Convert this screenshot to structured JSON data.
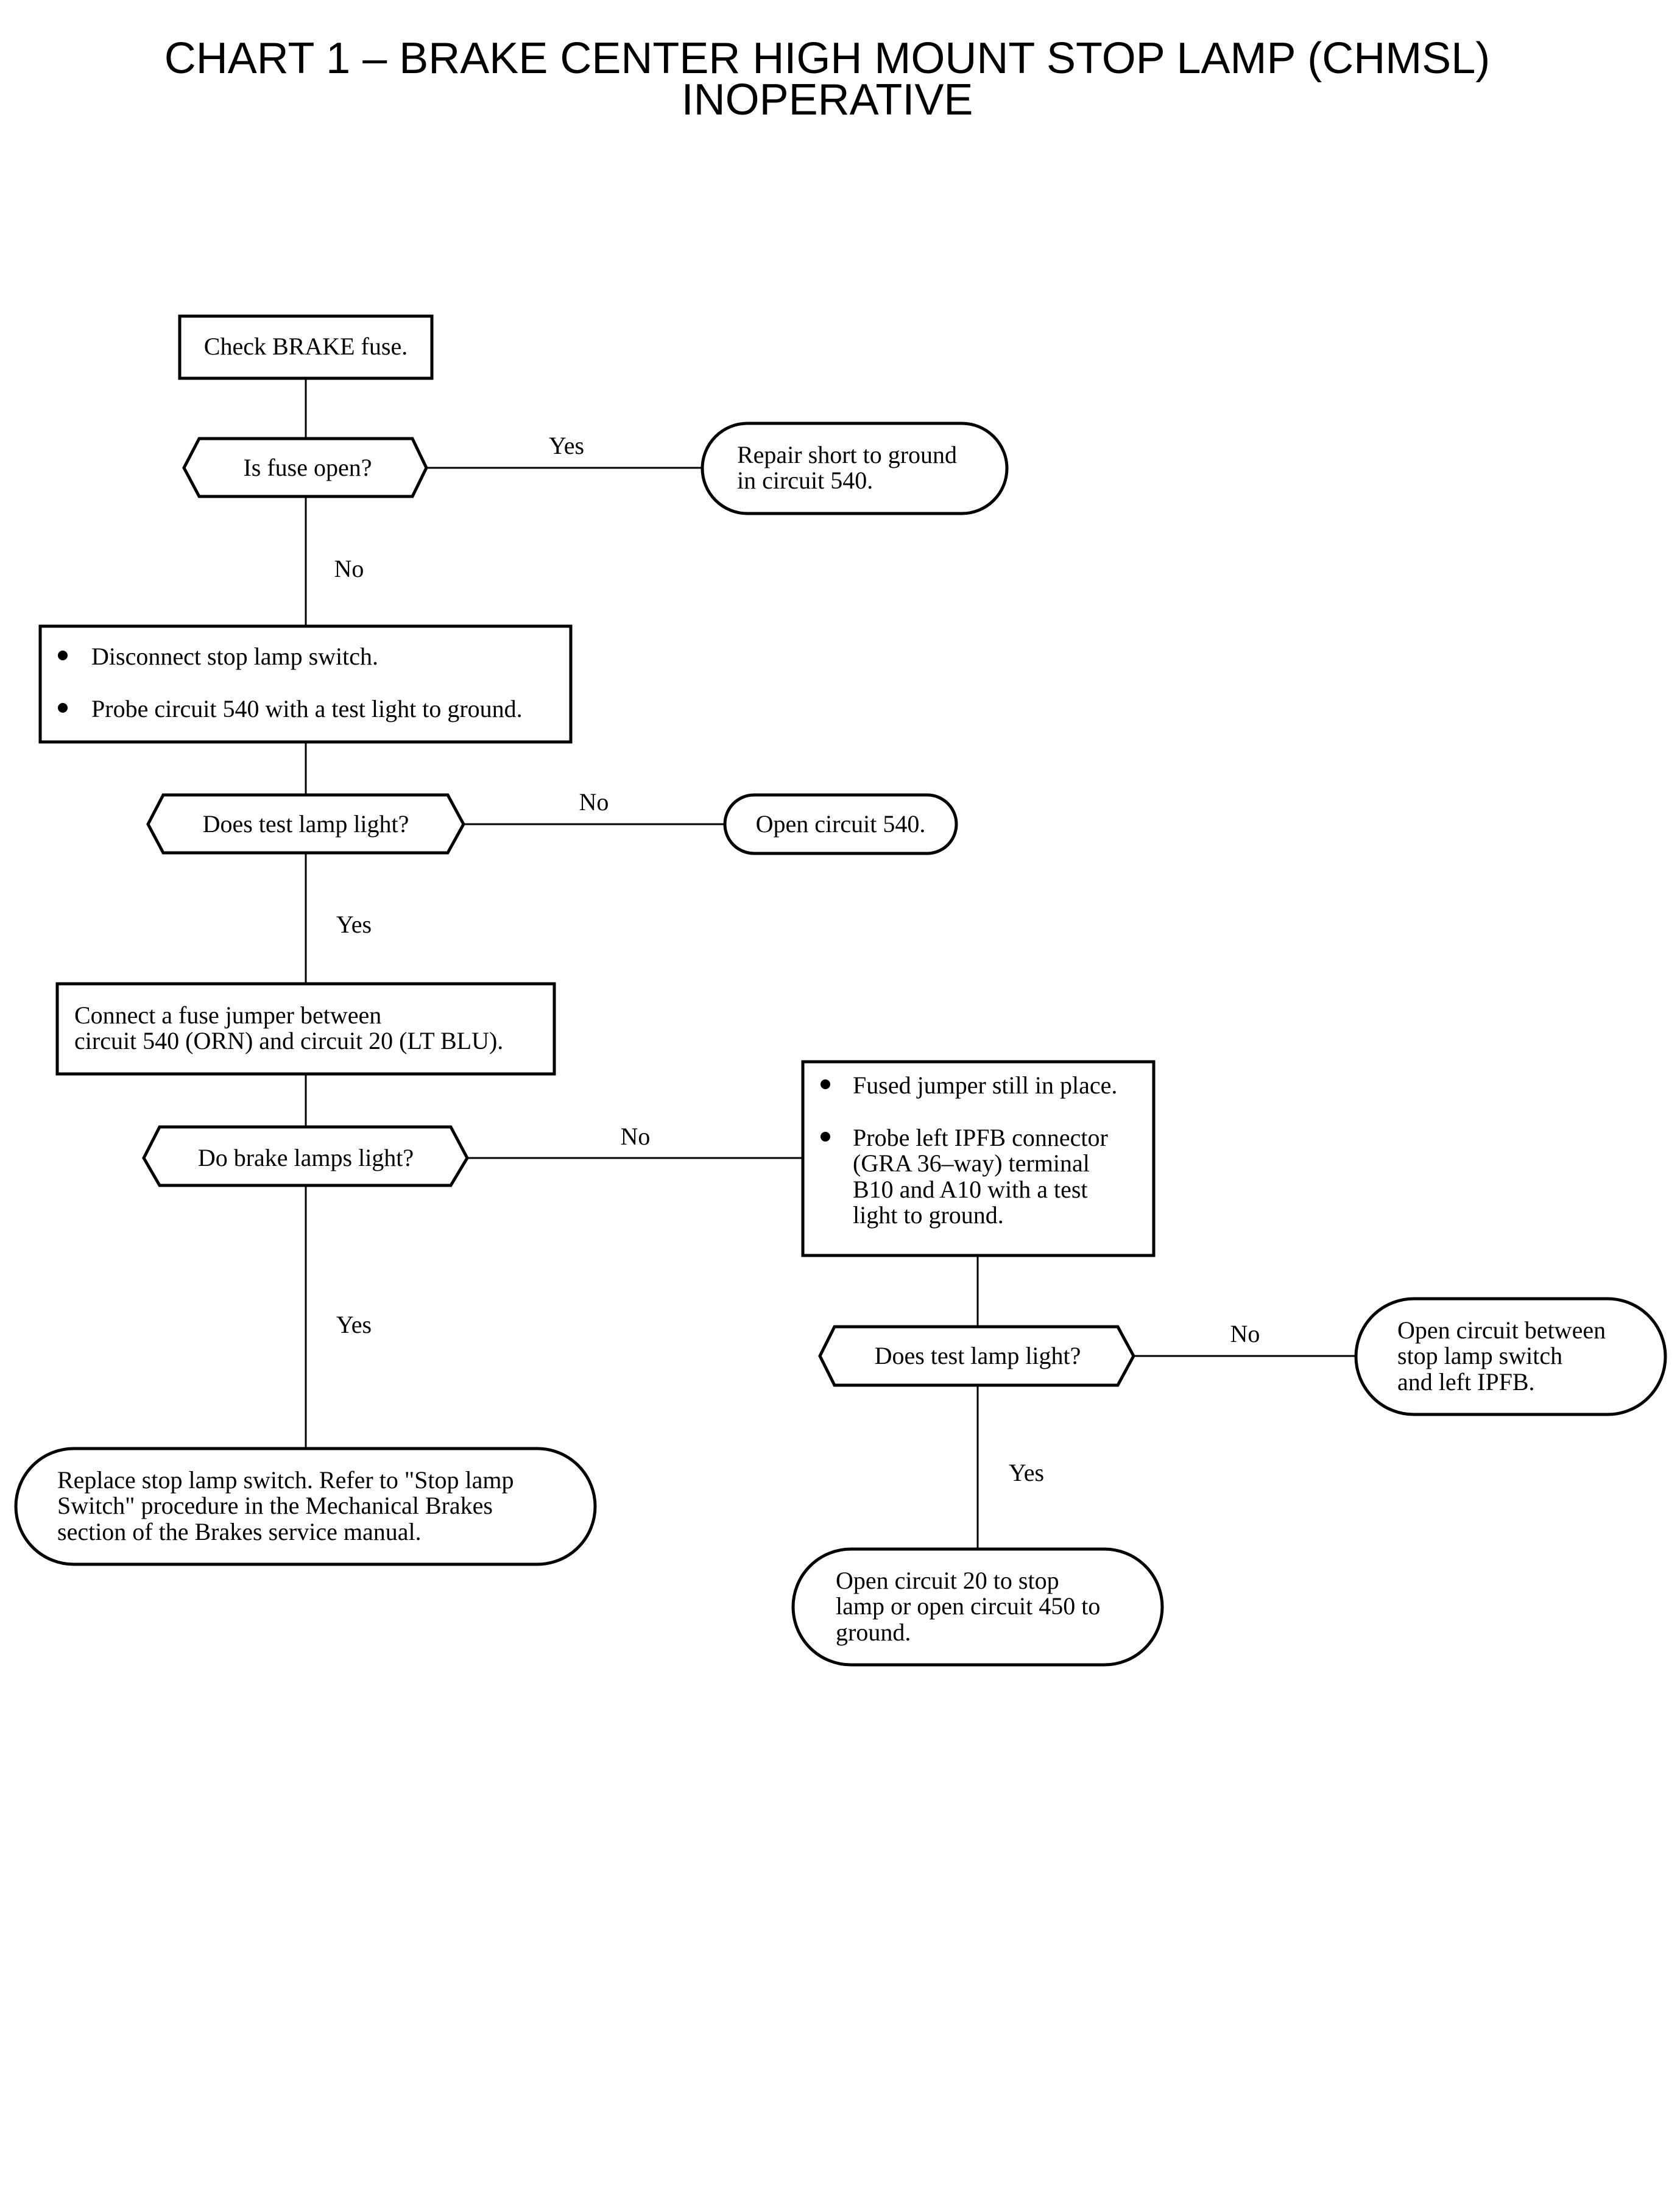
{
  "title": {
    "line1": "CHART 1 – BRAKE CENTER HIGH MOUNT STOP LAMP (CHMSL)",
    "line2": "INOPERATIVE"
  },
  "nodes": {
    "check_fuse": "Check BRAKE fuse.",
    "q_fuse_open": "Is fuse open?",
    "repair_short": [
      "Repair short to ground",
      "in circuit 540."
    ],
    "disconnect_switch": [
      "Disconnect stop lamp switch.",
      "Probe circuit 540 with a test light to ground."
    ],
    "q_test_lamp_1": "Does test lamp light?",
    "open_540": "Open circuit 540.",
    "connect_jumper": [
      "Connect a fuse jumper between",
      "circuit 540 (ORN) and circuit 20 (LT BLU)."
    ],
    "q_brake_lamps": "Do brake lamps light?",
    "probe_ipfb": {
      "bullet1": "Fused jumper still in place.",
      "bullet2": [
        "Probe left IPFB connector",
        "(GRA 36–way) terminal",
        "B10 and A10 with a test",
        "light to ground."
      ]
    },
    "q_test_lamp_2": "Does test lamp light?",
    "open_between": [
      "Open circuit between",
      "stop lamp switch",
      "and left IPFB."
    ],
    "replace_switch": [
      "Replace stop lamp switch.  Refer to \"Stop lamp",
      "Switch\" procedure in the Mechanical Brakes",
      "section of the Brakes service manual."
    ],
    "open_20": [
      "Open circuit 20 to stop",
      "lamp or open circuit 450 to",
      "ground."
    ]
  },
  "edges": {
    "fuse_yes": "Yes",
    "fuse_no": "No",
    "lamp1_no": "No",
    "lamp1_yes": "Yes",
    "brake_no": "No",
    "brake_yes": "Yes",
    "lamp2_no": "No",
    "lamp2_yes": "Yes"
  }
}
